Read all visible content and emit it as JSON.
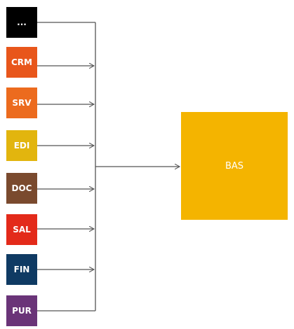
{
  "sources": [
    {
      "label": "...",
      "color": "#000000"
    },
    {
      "label": "CRM",
      "color": "#e8561b"
    },
    {
      "label": "SRV",
      "color": "#ec6b1e"
    },
    {
      "label": "EDI",
      "color": "#e2b50e"
    },
    {
      "label": "DOC",
      "color": "#7a4a2e"
    },
    {
      "label": "SAL",
      "color": "#e32a1a"
    },
    {
      "label": "FIN",
      "color": "#0f3a63"
    },
    {
      "label": "PUR",
      "color": "#6a3478"
    }
  ],
  "target": {
    "label": "BAS",
    "color": "#f4b400"
  },
  "connector_color": "#555555"
}
